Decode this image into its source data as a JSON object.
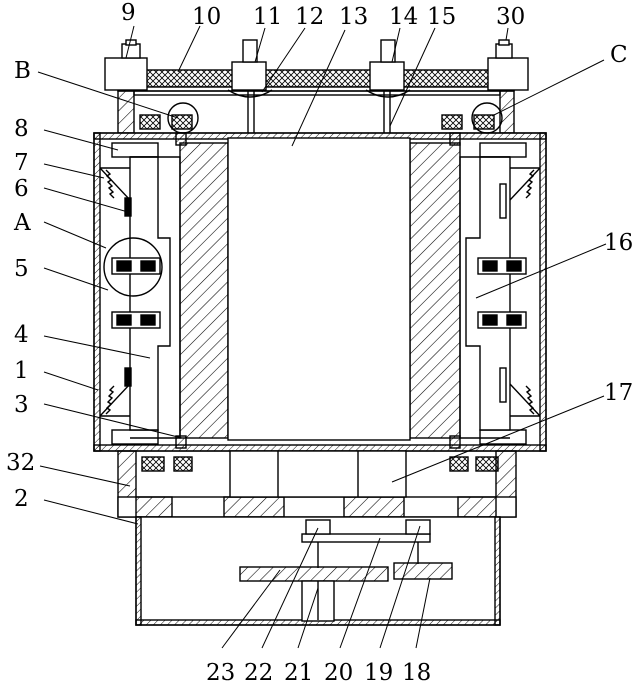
{
  "labels": {
    "n9": "9",
    "n10": "10",
    "n11": "11",
    "n12": "12",
    "n13": "13",
    "n14": "14",
    "n15": "15",
    "n30": "30",
    "B": "B",
    "C": "C",
    "n8": "8",
    "n7": "7",
    "n6": "6",
    "A": "A",
    "n5": "5",
    "n4": "4",
    "n1": "1",
    "n3": "3",
    "n32": "32",
    "n2": "2",
    "n16": "16",
    "n17": "17",
    "n23": "23",
    "n22": "22",
    "n21": "21",
    "n20": "20",
    "n19": "19",
    "n18": "18"
  }
}
